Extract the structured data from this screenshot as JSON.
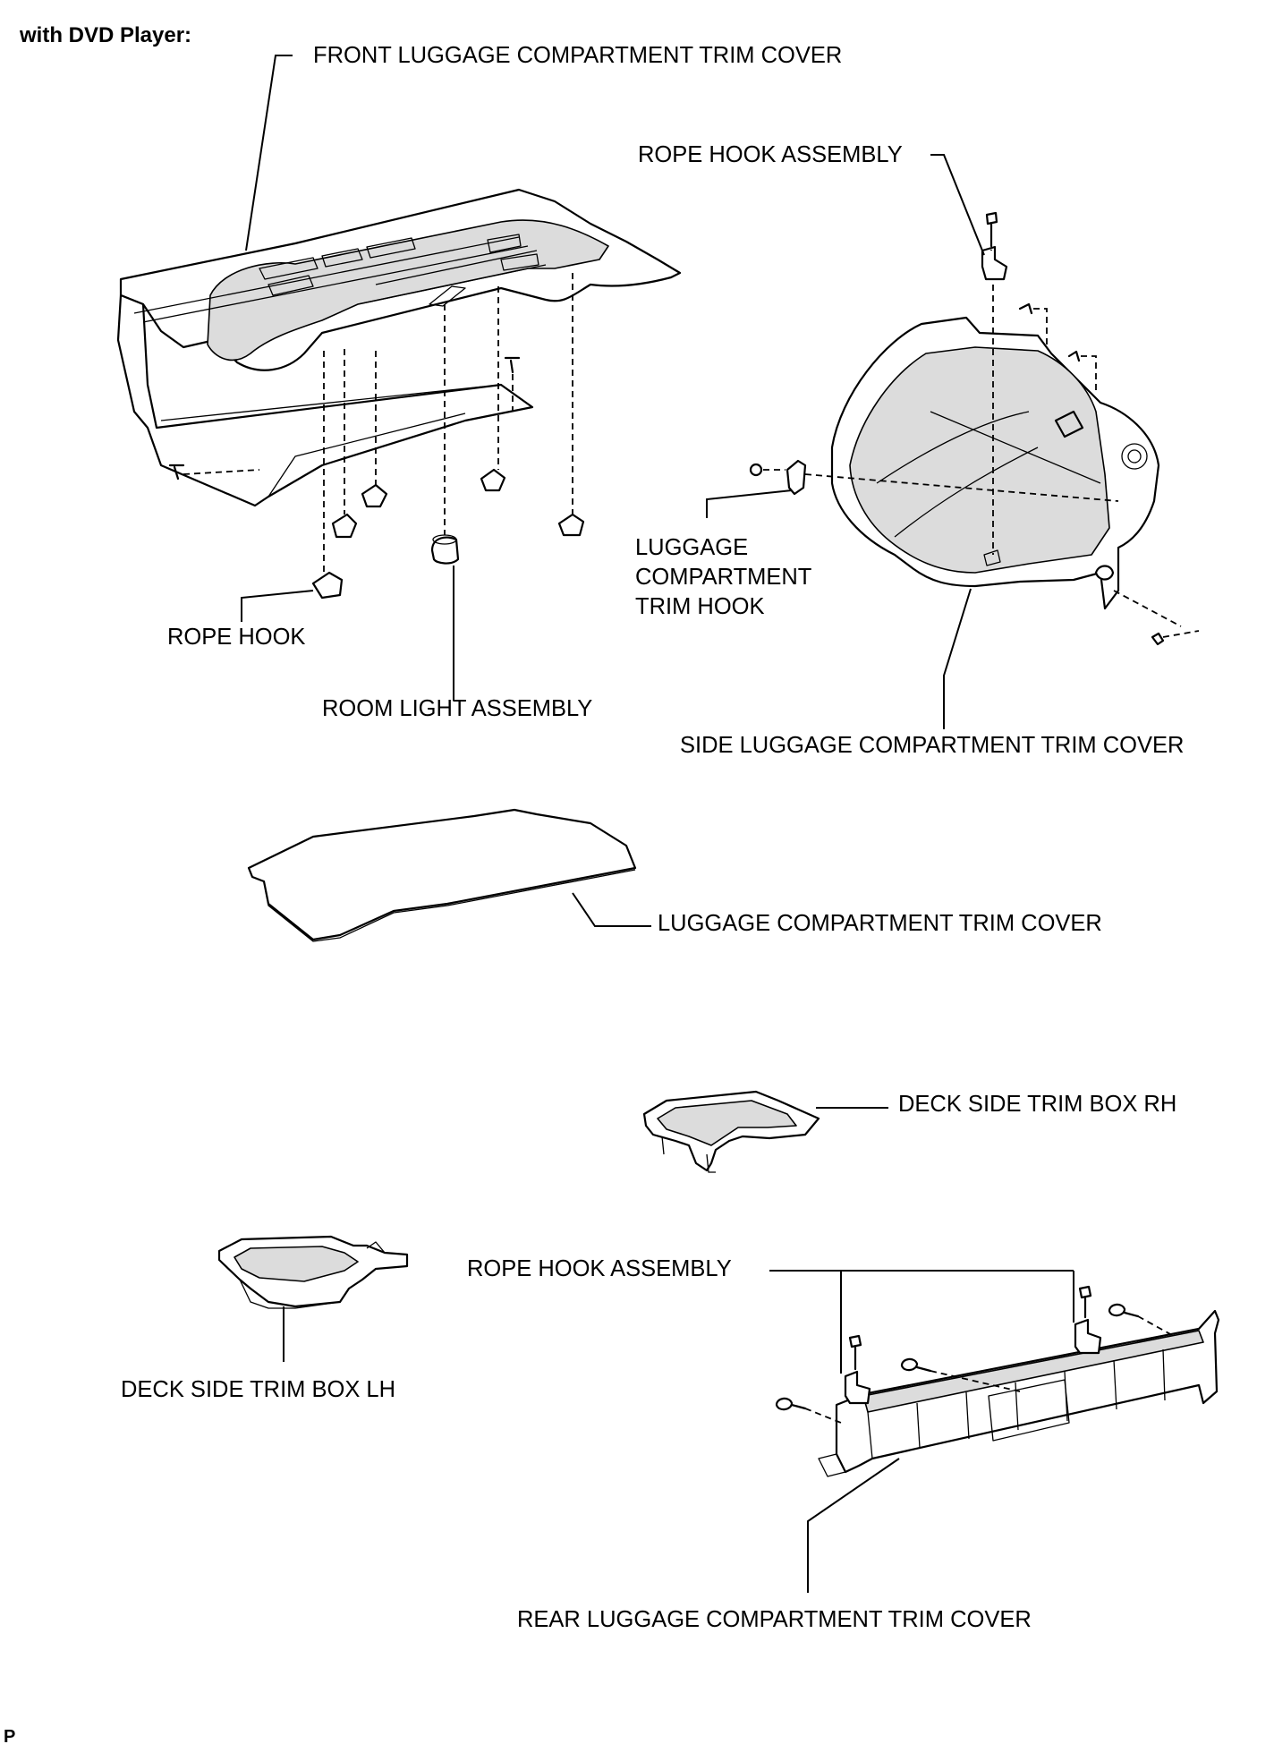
{
  "header": {
    "title": "with DVD Player:"
  },
  "footer": {
    "code": "P"
  },
  "labels": {
    "front_trim_cover": "FRONT LUGGAGE COMPARTMENT TRIM COVER",
    "rope_hook_assembly_top": "ROPE HOOK ASSEMBLY",
    "rope_hook": "ROPE HOOK",
    "room_light_assembly": "ROOM LIGHT ASSEMBLY",
    "trim_hook": "LUGGAGE\nCOMPARTMENT\nTRIM HOOK",
    "side_trim_cover": "SIDE LUGGAGE COMPARTMENT TRIM COVER",
    "luggage_trim_cover": "LUGGAGE COMPARTMENT TRIM COVER",
    "deck_box_rh": "DECK SIDE TRIM BOX RH",
    "rope_hook_assembly_bottom": "ROPE HOOK ASSEMBLY",
    "deck_box_lh": "DECK SIDE TRIM BOX LH",
    "rear_trim_cover": "REAR LUGGAGE COMPARTMENT TRIM COVER"
  }
}
